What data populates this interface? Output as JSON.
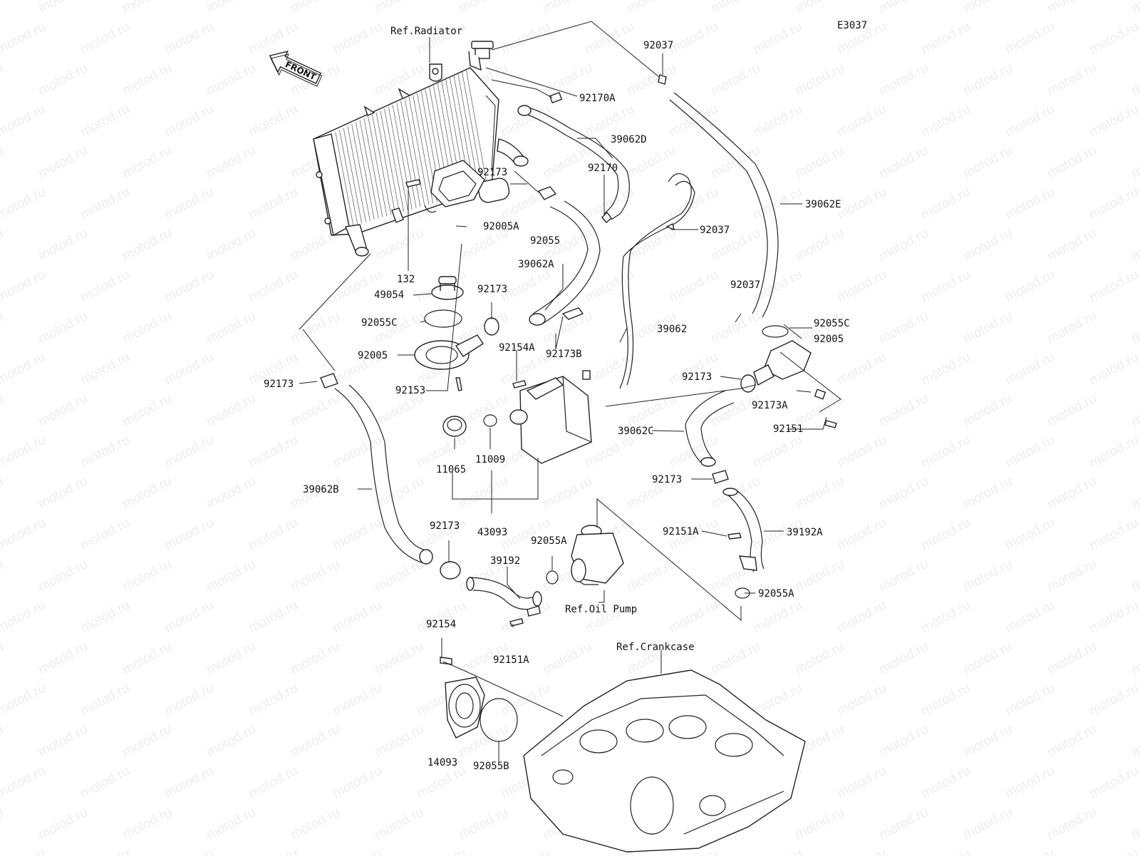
{
  "diagram_code": "E3037",
  "front_arrow_label": "FRONT",
  "watermark": "motod.ru",
  "refs": {
    "radiator": "Ref.Radiator",
    "oil_pump": "Ref.Oil Pump",
    "crankcase": "Ref.Crankcase"
  },
  "labels": {
    "p92037a": "92037",
    "p92170a": "92170A",
    "p39062d": "39062D",
    "p92170": "92170",
    "p39062e": "39062E",
    "p92173a": "92173",
    "p92037b": "92037",
    "p92005a": "92005A",
    "p92055": "92055",
    "p132": "132",
    "p39062a": "39062A",
    "p49054": "49054",
    "p92173b": "92173",
    "p92037c": "92037",
    "p92055c_l": "92055C",
    "p39062": "39062",
    "p92055c_r": "92055C",
    "p92005_r": "92005",
    "p92005_l": "92005",
    "p92154a": "92154A",
    "p92173b_b": "92173B",
    "p92173c": "92173",
    "p92153": "92153",
    "p92173d": "92173",
    "p92173a_r": "92173A",
    "p39062c": "39062C",
    "p92151": "92151",
    "p11065": "11065",
    "p11009": "11009",
    "p39062b": "39062B",
    "p92173e": "92173",
    "p43093": "43093",
    "p92055a_c": "92055A",
    "p92151a_r": "92151A",
    "p39192a": "39192A",
    "p92173f": "92173",
    "p39192": "39192",
    "p92055a_r": "92055A",
    "p92154": "92154",
    "p92151a_b": "92151A",
    "p14093": "14093",
    "p92055b": "92055B"
  }
}
